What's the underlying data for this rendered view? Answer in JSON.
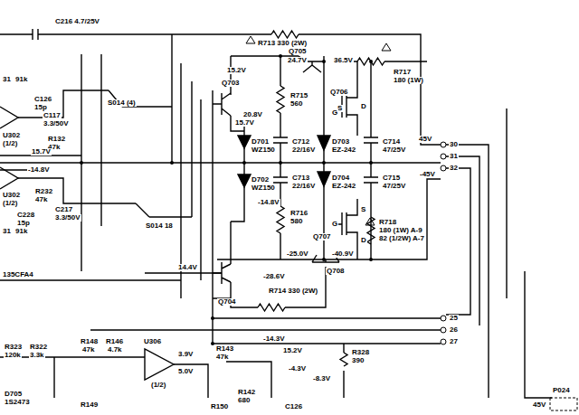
{
  "diagram": {
    "labels": [
      "C216 4.7/25V",
      "R713 330 (2W)",
      "Q705",
      "24.7V",
      "36.5V",
      "R717",
      "180 (1W)",
      "Q706",
      "S",
      "G",
      "D",
      "Q703",
      "15.2V",
      "20.8V",
      "15.7V",
      "R715",
      "560",
      "D701",
      "WZ150",
      "C712",
      "22/16V",
      "D703",
      "EZ-242",
      "C714",
      "47/25V",
      "D702",
      "WZ150",
      "C713",
      "22/16V",
      "D704",
      "EZ-242",
      "C715",
      "47/25V",
      "-14.8V",
      "R716",
      "580",
      "Q707",
      "G",
      "S",
      "D",
      "R718",
      "180 (1W) A-9",
      "82 (1/2W) A-7",
      "-25.0V",
      "-40.9V",
      "Q708",
      "14.4V",
      "-28.6V",
      "Q704",
      "R714 330 (2W)",
      "45V",
      "-45V",
      "30",
      "31",
      "32",
      "25",
      "26",
      "27",
      "-14.3V",
      "15.2V",
      "R328",
      "390",
      "-4.3V",
      "-8.3V",
      "U306",
      "(1/2)",
      "3.9V",
      "5.0V",
      "R143",
      "47k",
      "R148",
      "47k",
      "R146",
      "4.7k",
      "R149",
      "R150",
      "R142",
      "680",
      "C126",
      "R323",
      "120k",
      "R322",
      "3.3k",
      "D705",
      "1S2473",
      "P024",
      "45V",
      "31",
      "91k",
      "C126",
      "15p",
      "C117",
      "3.3/50V",
      "R132",
      "47k",
      "U302",
      "(1/2)",
      "S014 (4)",
      "15.7V",
      "-14.8V",
      "U302",
      "(1/2)",
      "R232",
      "47k",
      "C228",
      "15p",
      "C217",
      "3.3/50V",
      "S014 18",
      "31",
      "91k",
      "135CFA4"
    ]
  }
}
